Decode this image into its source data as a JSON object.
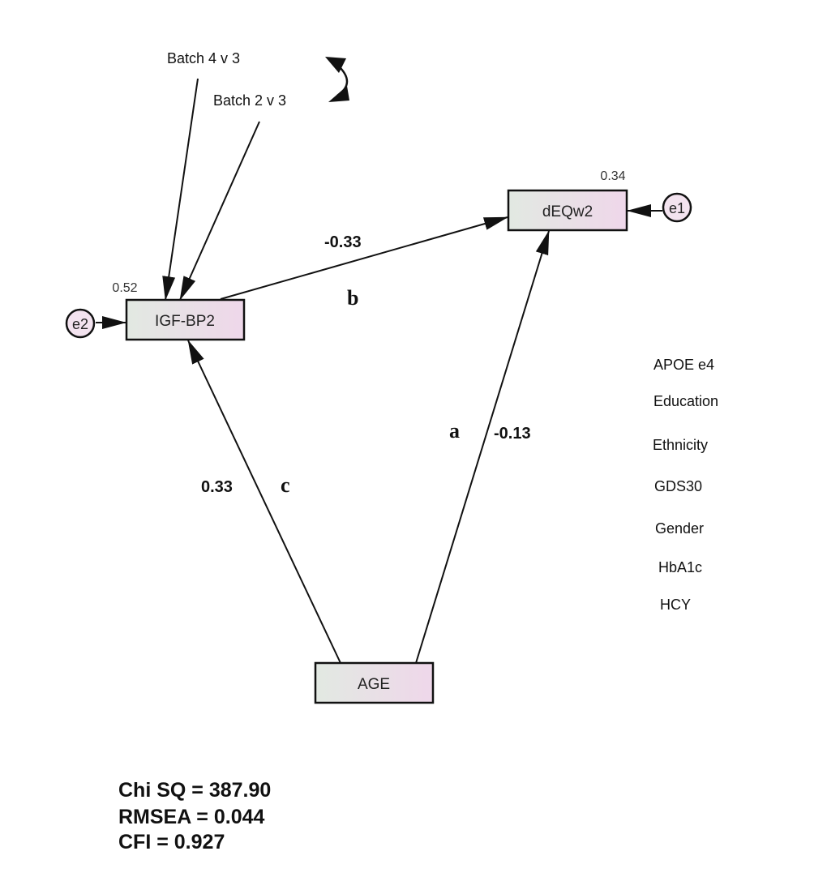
{
  "diagram": {
    "type": "path-diagram",
    "observed_variables": [
      {
        "id": "dEQw2",
        "label": "dEQw2",
        "r_squared": "0.34"
      },
      {
        "id": "IGF-BP2",
        "label": "IGF-BP2",
        "r_squared": "0.52"
      },
      {
        "id": "AGE",
        "label": "AGE"
      }
    ],
    "error_terms": [
      {
        "id": "e1",
        "label": "e1",
        "target": "dEQw2"
      },
      {
        "id": "e2",
        "label": "e2",
        "target": "IGF-BP2"
      }
    ],
    "covariates": [
      {
        "id": "batch4v3",
        "label": "Batch 4 v 3",
        "target": "IGF-BP2"
      },
      {
        "id": "batch2v3",
        "label": "Batch 2 v 3",
        "target": "IGF-BP2"
      }
    ],
    "paths": [
      {
        "id": "b",
        "from": "IGF-BP2",
        "to": "dEQw2",
        "coefficient": "-0.33",
        "path_label": "b"
      },
      {
        "id": "a",
        "from": "AGE",
        "to": "dEQw2",
        "coefficient": "-0.13",
        "path_label": "a"
      },
      {
        "id": "c",
        "from": "AGE",
        "to": "IGF-BP2",
        "coefficient": "0.33",
        "path_label": "c"
      }
    ],
    "control_variables": [
      "APOE e4",
      "Education",
      "Ethnicity",
      "GDS30",
      "Gender",
      "HbA1c",
      "HCY"
    ],
    "fit_indices": {
      "chi_sq_label": "Chi SQ =",
      "chi_sq_value": "387.90",
      "rmsea_label": "RMSEA =",
      "rmsea_value": "0.044",
      "cfi_label": "CFI =",
      "cfi_value": "0.927"
    }
  },
  "colors": {
    "box_fill_left": "#e2e9e2",
    "box_fill_right": "#efd7ea",
    "circle_fill": "#f3e3ef",
    "r_squared_text": "#333333",
    "stroke": "#111111"
  }
}
